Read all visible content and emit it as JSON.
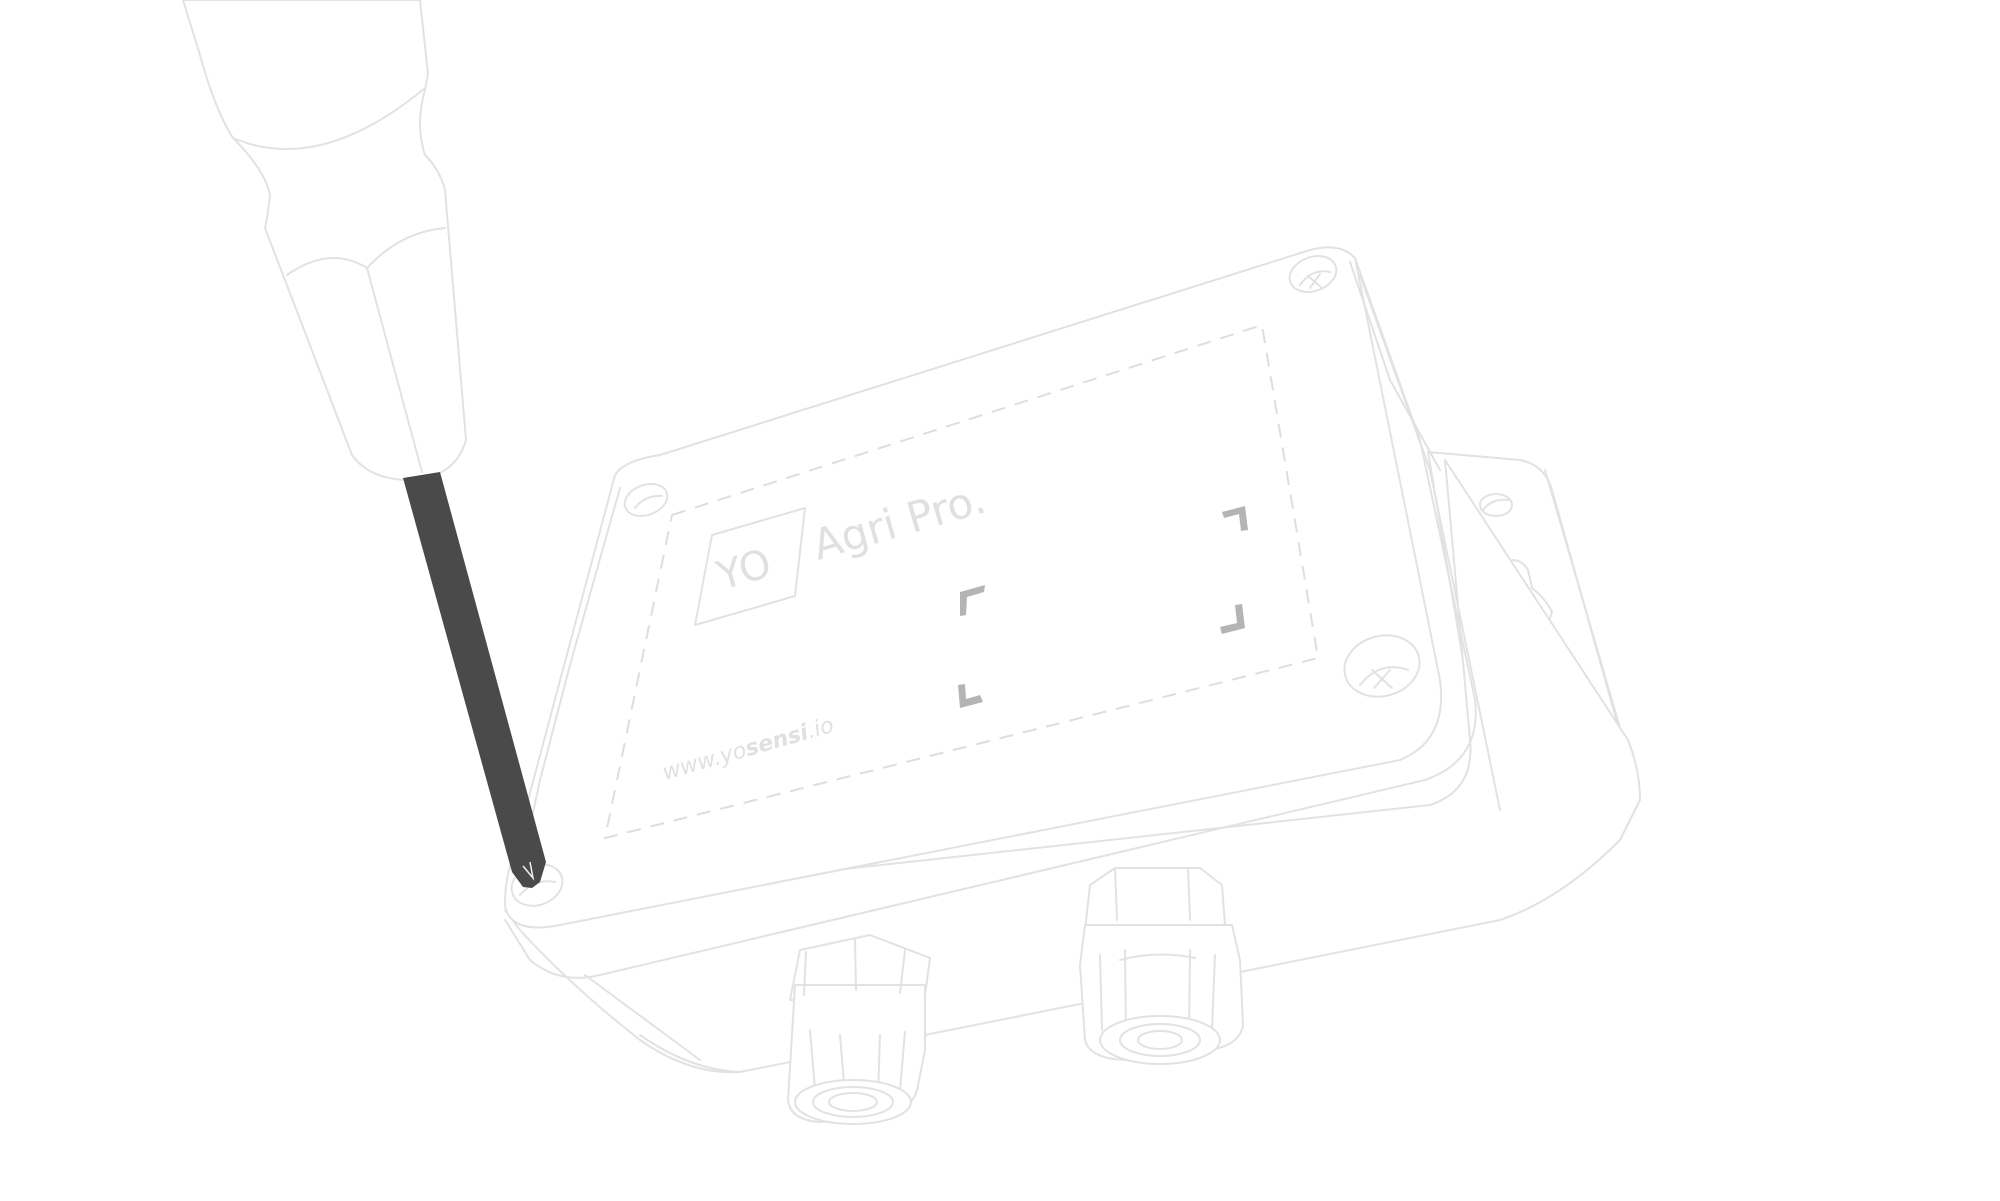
{
  "illustration": {
    "subject": "screwdriver removing enclosure screw",
    "device": {
      "logo_box_text": "YO",
      "product_name": "Agri Pro.",
      "website_prefix": "www.yo",
      "website_brand": "sensi",
      "website_suffix": ".io",
      "screws": [
        "top-left",
        "top-right",
        "bottom-left",
        "right-middle"
      ],
      "cable_glands": 2,
      "mounting_flange_holes": 2,
      "qr_corner_markers": 4
    },
    "tool": {
      "name": "screwdriver",
      "shaft_color": "#4a4a4a"
    },
    "colors": {
      "background": "#ffffff",
      "line": "#e2e2e2",
      "marker": "#b4b4b4",
      "shaft": "#4a4a4a"
    }
  }
}
